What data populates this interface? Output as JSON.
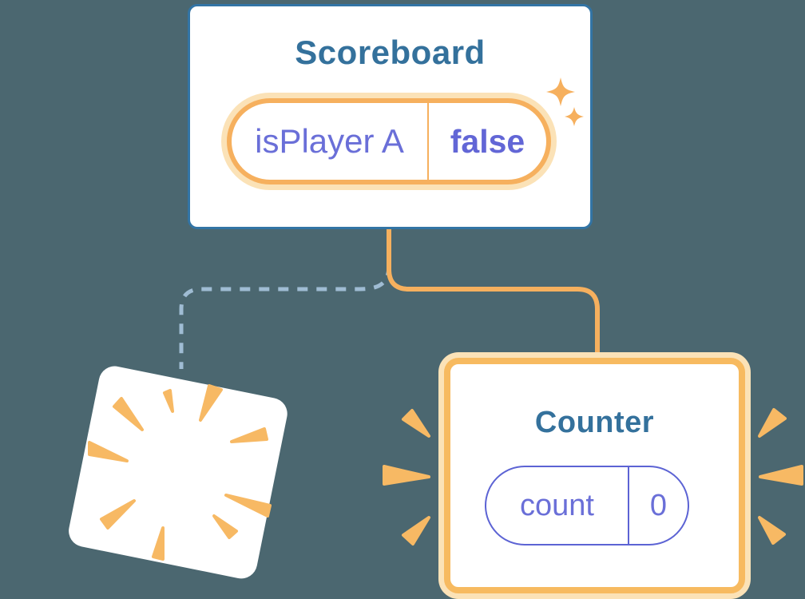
{
  "diagram": {
    "description": "Component tree state diagram: Scoreboard parent keeps state, old child is destroyed with a poof, new Counter child is created with fresh state",
    "scoreboard": {
      "title": "Scoreboard",
      "state": {
        "key": "isPlayer A",
        "value": "false"
      }
    },
    "counter": {
      "title": "Counter",
      "state": {
        "key": "count",
        "value": "0"
      }
    },
    "connectors": {
      "solid_connector": "scoreboard-to-counter",
      "dashed_connector": "scoreboard-to-destroyed-card"
    },
    "icons": {
      "sparkles": "sparkles-icon",
      "poof_burst": "poof-burst-icon",
      "emphasis_left": "emphasis-rays-left-icon",
      "emphasis_right": "emphasis-rays-right-icon"
    },
    "colors": {
      "background": "#4B6770",
      "card_fill": "#ffffff",
      "scoreboard_border": "#3274A5",
      "title_text": "#34719C",
      "state_text": "#6A6FD8",
      "state_value_bold": "#6266D6",
      "orange_strong": "#F6B05E",
      "orange_halo": "#FBE2B7",
      "burst_orange": "#F7B964",
      "dashed_line": "#9FBCD3",
      "counter_pill_border": "#5C63D4"
    }
  }
}
